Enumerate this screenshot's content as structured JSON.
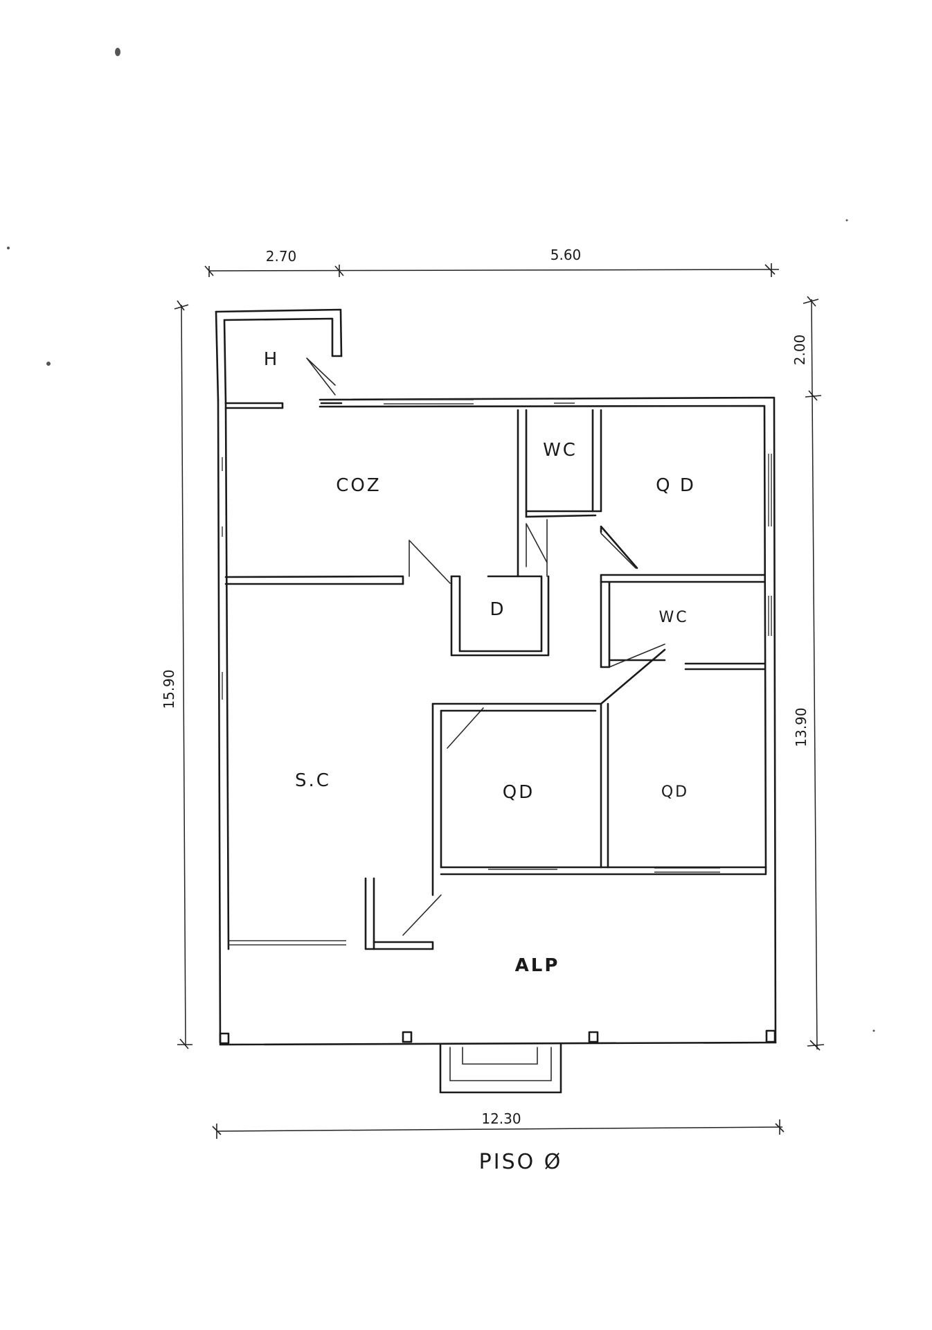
{
  "title": "PISO Ø",
  "rooms": {
    "h": "H",
    "coz": "COZ",
    "wc_top": "WC",
    "qd_top_right": "Q D",
    "d": "D",
    "wc_mid": "WC",
    "sc": "S.C",
    "qd_center": "QD",
    "qd_right": "QD",
    "alp": "ALP"
  },
  "dimensions": {
    "top_left": "2.70",
    "top_right": "5.60",
    "left_total": "15.90",
    "right_upper": "2.00",
    "right_lower": "13.90",
    "bottom_total": "12.30"
  },
  "colors": {
    "ink": "#1a1a1a",
    "paper": "#ffffff"
  }
}
